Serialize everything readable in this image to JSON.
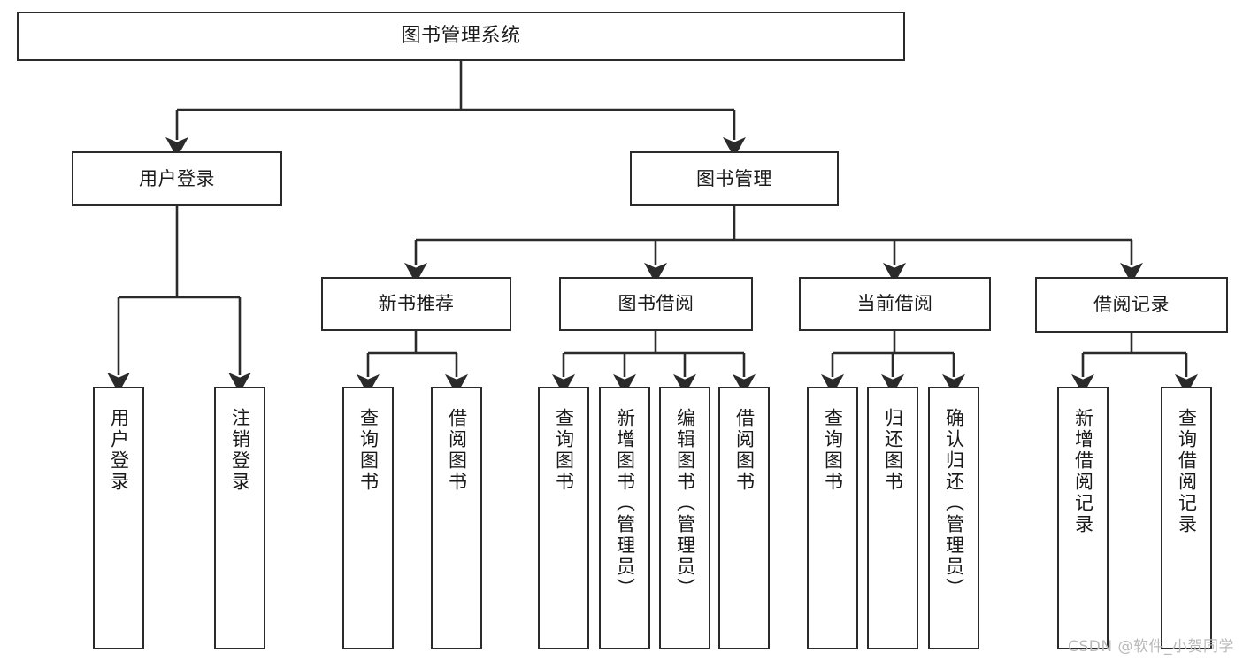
{
  "diagram": {
    "title": "图书管理系统",
    "type": "tree-hierarchy",
    "watermark": "CSDN @软件_小贺同学",
    "colors": {
      "stroke": "#2b2b2b",
      "fill": "#ffffff",
      "text": "#1a1a1a",
      "watermark": "#b9b9b9"
    }
  },
  "nodes": {
    "root": {
      "label": "图书管理系统"
    },
    "level1": [
      {
        "id": "user-login",
        "label": "用户登录"
      },
      {
        "id": "book-manage",
        "label": "图书管理"
      }
    ],
    "level2": [
      {
        "id": "new-book-recommend",
        "label": "新书推荐"
      },
      {
        "id": "book-borrow",
        "label": "图书借阅"
      },
      {
        "id": "current-borrow",
        "label": "当前借阅"
      },
      {
        "id": "borrow-record",
        "label": "借阅记录"
      }
    ],
    "leaves": {
      "user-login": [
        {
          "id": "leaf-user-login",
          "label": "用户登录"
        },
        {
          "id": "leaf-user-logout",
          "label": "注销登录"
        }
      ],
      "new-book-recommend": [
        {
          "id": "leaf-query-book-1",
          "label": "查询图书"
        },
        {
          "id": "leaf-borrow-book-1",
          "label": "借阅图书"
        }
      ],
      "book-borrow": [
        {
          "id": "leaf-query-book-2",
          "label": "查询图书"
        },
        {
          "id": "leaf-add-book",
          "label": "新增图书（管理员）"
        },
        {
          "id": "leaf-edit-book",
          "label": "编辑图书（管理员）"
        },
        {
          "id": "leaf-borrow-book-2",
          "label": "借阅图书"
        }
      ],
      "current-borrow": [
        {
          "id": "leaf-query-book-3",
          "label": "查询图书"
        },
        {
          "id": "leaf-return-book",
          "label": "归还图书"
        },
        {
          "id": "leaf-confirm-return",
          "label": "确认归还（管理员）"
        }
      ],
      "borrow-record": [
        {
          "id": "leaf-add-record",
          "label": "新增借阅记录"
        },
        {
          "id": "leaf-query-record",
          "label": "查询借阅记录"
        }
      ]
    }
  }
}
